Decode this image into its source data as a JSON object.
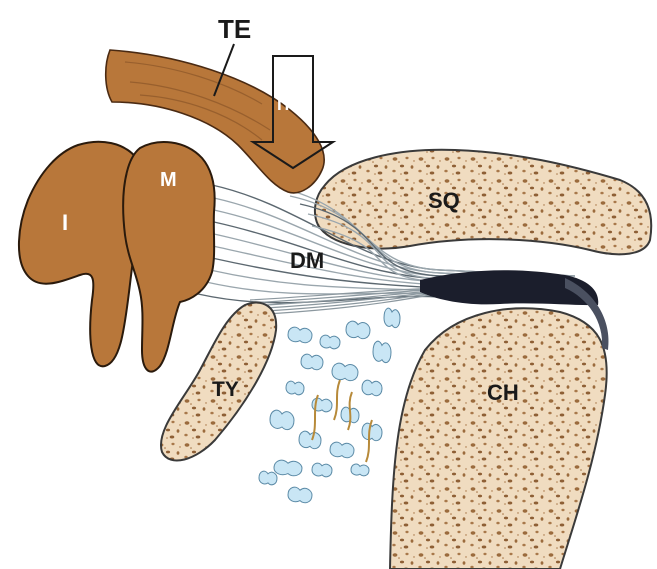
{
  "diagram": {
    "labels": {
      "te": "TE",
      "ite": "ITE",
      "m": "M",
      "i": "I",
      "sq": "SQ",
      "dm": "DM",
      "ty": "TY",
      "ch": "CH"
    },
    "colors": {
      "ossicle_brown": "#b8773a",
      "ossicle_outline": "#4a2a12",
      "bone_fill": "#f0dcc0",
      "bone_pore": "#9b6b3d",
      "fiber_grey": "#7f8c93",
      "fiber_dark": "#1b1e2c",
      "fragment_blue": "#c9e6f5",
      "fragment_outline": "#5b8aa6",
      "fragment_strand": "#b78a3a"
    }
  }
}
